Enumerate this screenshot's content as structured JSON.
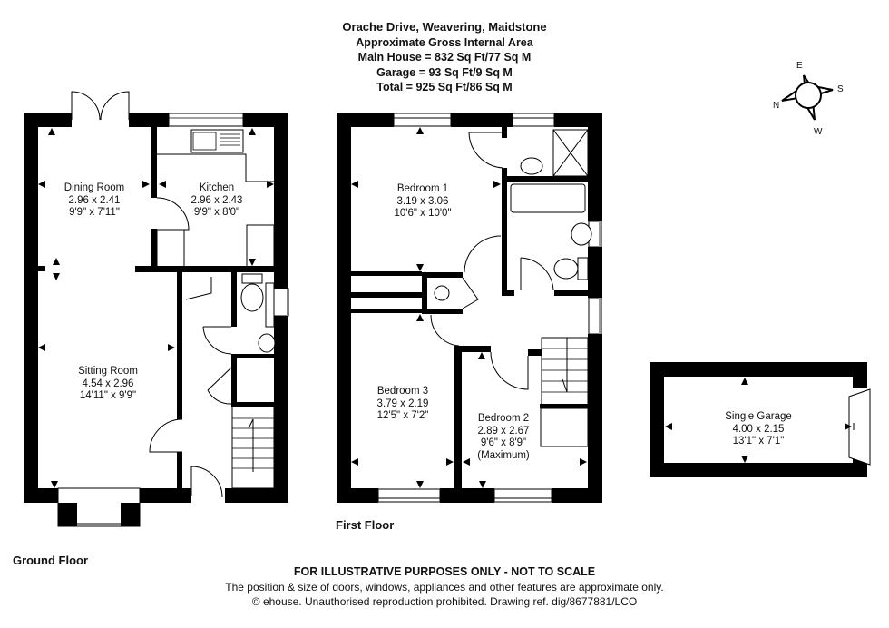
{
  "header": {
    "address": "Orache Drive, Weavering, Maidstone",
    "subtitle": "Approximate Gross Internal Area",
    "main_house": "Main House = 832 Sq Ft/77 Sq M",
    "garage": "Garage = 93 Sq Ft/9 Sq M",
    "total": "Total = 925 Sq Ft/86 Sq M"
  },
  "compass": {
    "n": "N",
    "e": "E",
    "s": "S",
    "w": "W"
  },
  "ground_floor": {
    "label": "Ground Floor",
    "rooms": [
      {
        "name": "Dining Room",
        "metric": "2.96 x 2.41",
        "imperial": "9'9\" x 7'11\""
      },
      {
        "name": "Kitchen",
        "metric": "2.96 x 2.43",
        "imperial": "9'9\" x 8'0\""
      },
      {
        "name": "Sitting Room",
        "metric": "4.54 x 2.96",
        "imperial": "14'11\" x 9'9\""
      }
    ]
  },
  "first_floor": {
    "label": "First Floor",
    "rooms": [
      {
        "name": "Bedroom 1",
        "metric": "3.19 x 3.06",
        "imperial": "10'6\" x 10'0\""
      },
      {
        "name": "Bedroom 3",
        "metric": "3.79 x 2.19",
        "imperial": "12'5\" x 7'2\""
      },
      {
        "name": "Bedroom 2",
        "metric": "2.89 x 2.67",
        "imperial": "9'6\" x 8'9\"",
        "note": "(Maximum)"
      }
    ]
  },
  "garage": {
    "rooms": [
      {
        "name": "Single Garage",
        "metric": "4.00 x 2.15",
        "imperial": "13'1\" x 7'1\""
      }
    ]
  },
  "footer": {
    "disclaimer": "FOR ILLUSTRATIVE PURPOSES ONLY - NOT TO SCALE",
    "note": "The position & size of doors, windows, appliances and other features are approximate only.",
    "copyright": "© ehouse. Unauthorised reproduction prohibited. Drawing ref. dig/8677881/LCO"
  }
}
